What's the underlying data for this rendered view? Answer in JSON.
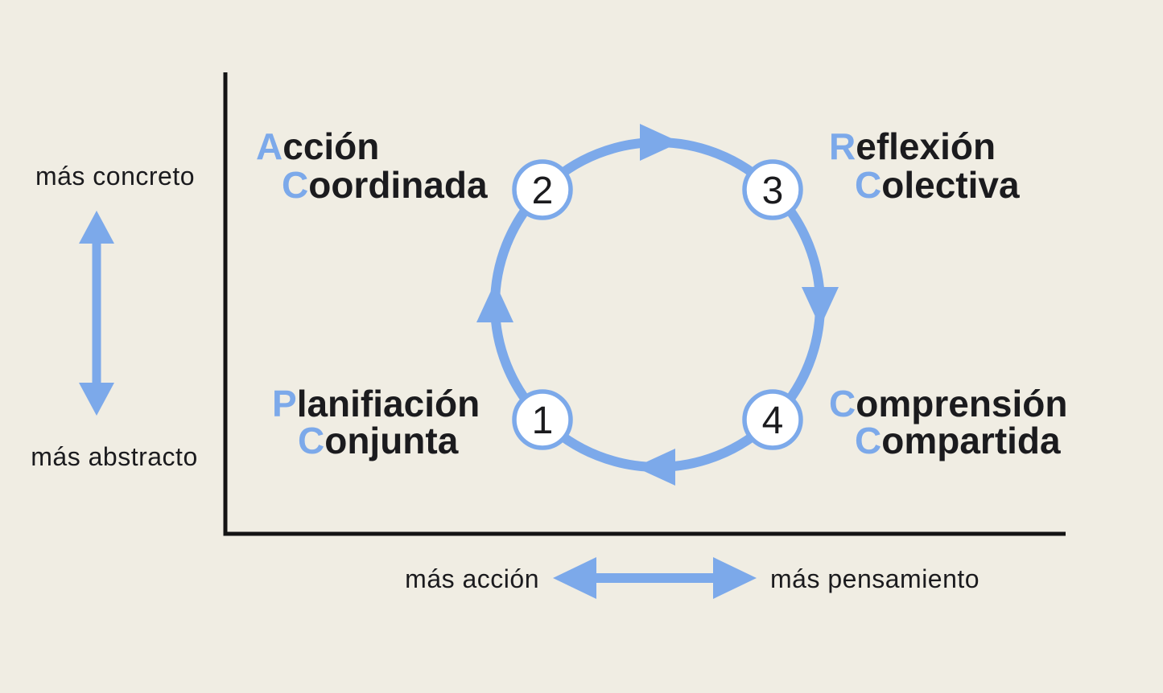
{
  "colors": {
    "background": "#f0ede3",
    "accent_blue": "#7ca9ea",
    "ink": "#1b1b1e",
    "node_fill": "#ffffff",
    "axis": "#141414"
  },
  "y_axis": {
    "top_label": "más concreto",
    "bottom_label": "más abstracto"
  },
  "x_axis": {
    "left_label": "más acción",
    "right_label": "más pensamiento"
  },
  "cycle": {
    "direction": "clockwise",
    "stages": [
      {
        "number": "1",
        "position": "bottom-left",
        "line1_initial": "P",
        "line1_rest": "lanifiación",
        "line2_initial": "C",
        "line2_rest": "onjunta"
      },
      {
        "number": "2",
        "position": "top-left",
        "line1_initial": "A",
        "line1_rest": "cción",
        "line2_initial": "C",
        "line2_rest": "oordinada"
      },
      {
        "number": "3",
        "position": "top-right",
        "line1_initial": "R",
        "line1_rest": "eflexión",
        "line2_initial": "C",
        "line2_rest": "olectiva"
      },
      {
        "number": "4",
        "position": "bottom-right",
        "line1_initial": "C",
        "line1_rest": "omprensión",
        "line2_initial": "C",
        "line2_rest": "ompartida"
      }
    ]
  }
}
